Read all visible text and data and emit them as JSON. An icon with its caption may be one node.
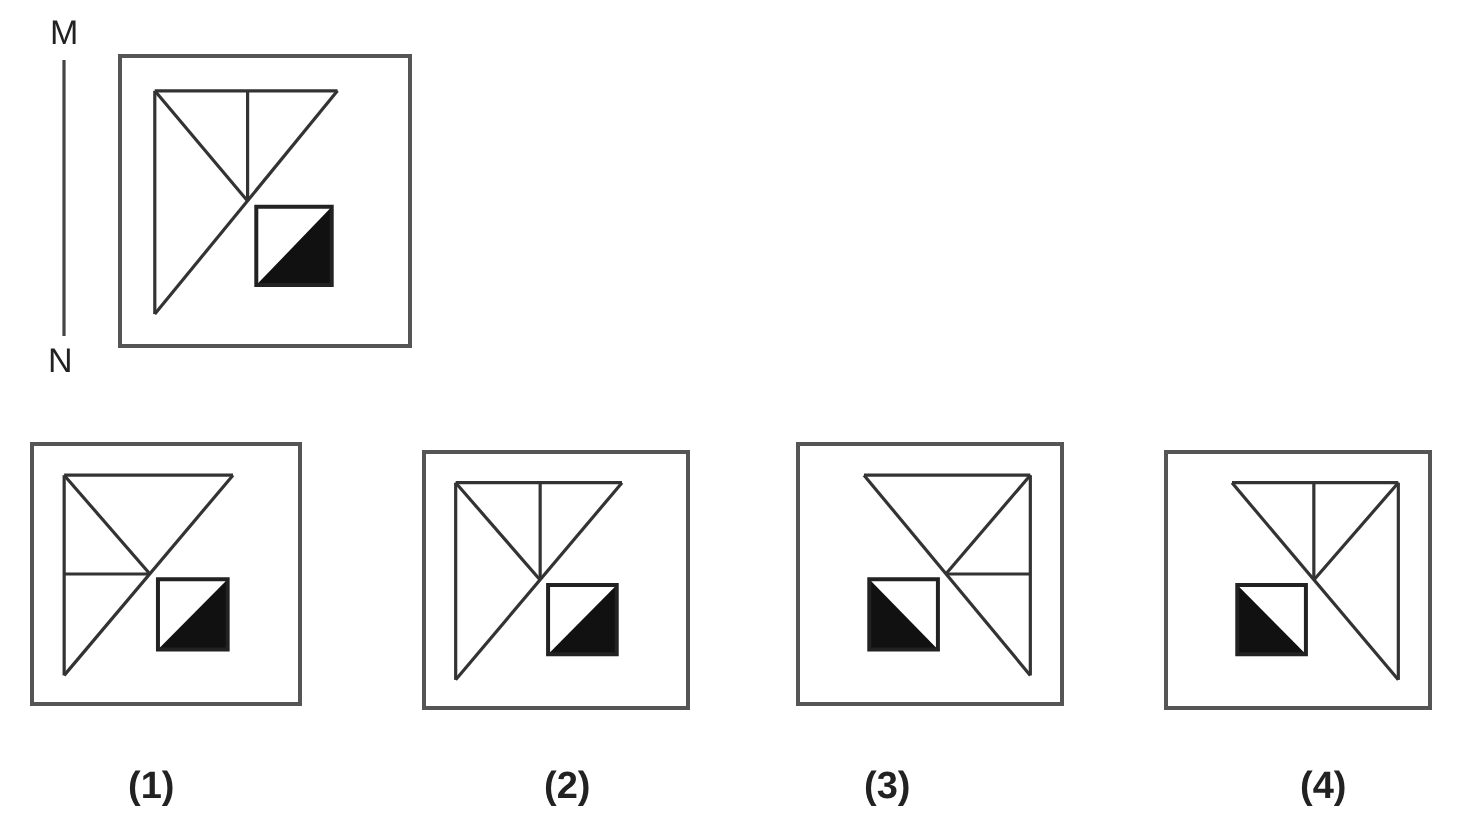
{
  "diagram": {
    "labels": [
      "M",
      "N",
      "(1)",
      "(2)",
      "(3)",
      "(4)"
    ]
  }
}
